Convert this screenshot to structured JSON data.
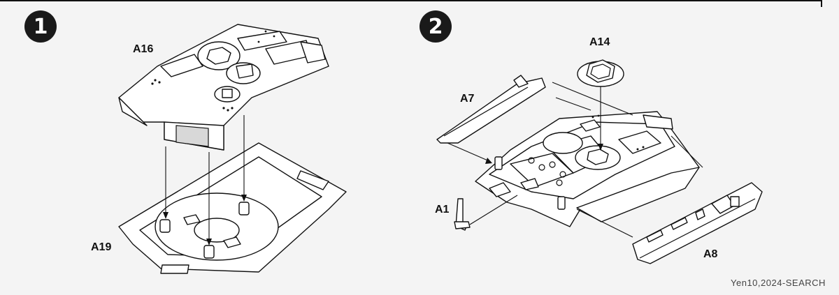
{
  "steps": [
    {
      "number": "1"
    },
    {
      "number": "2"
    }
  ],
  "parts": {
    "a16": "A16",
    "a19": "A19",
    "a14": "A14",
    "a7": "A7",
    "a1": "A1",
    "a8": "A8"
  },
  "watermark": "Yen10,2024-SEARCH"
}
